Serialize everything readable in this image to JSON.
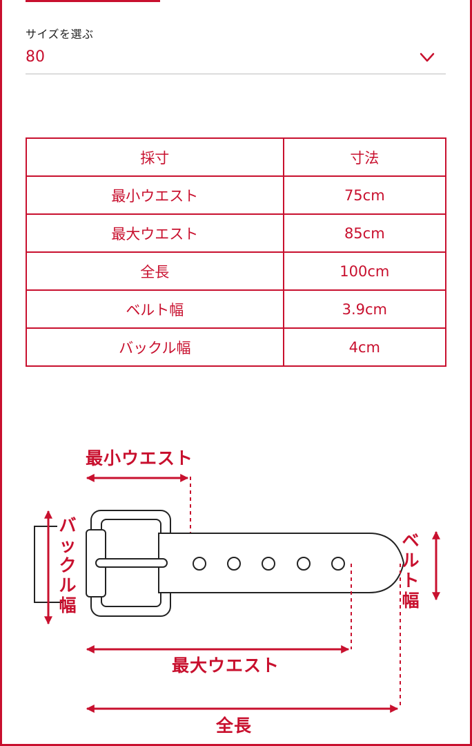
{
  "size_selector": {
    "label": "サイズを選ぶ",
    "selected_value": "80",
    "icon": "chevron-down-icon"
  },
  "spec_table": {
    "headers": [
      "採寸",
      "寸法"
    ],
    "rows": [
      {
        "name": "最小ウエスト",
        "value": "75cm"
      },
      {
        "name": "最大ウエスト",
        "value": "85cm"
      },
      {
        "name": "全長",
        "value": "100cm"
      },
      {
        "name": "ベルト幅",
        "value": "3.9cm"
      },
      {
        "name": "バックル幅",
        "value": "4cm"
      }
    ]
  },
  "diagram": {
    "labels": {
      "min_waist": "最小ウエスト",
      "max_waist": "最大ウエスト",
      "total_length": "全長",
      "belt_width": "ベルト幅",
      "buckle_width": "バックル幅"
    },
    "belt_width_chars": [
      "ベ",
      "ル",
      "ト",
      "幅"
    ],
    "buckle_width_chars": [
      "バ",
      "ッ",
      "ク",
      "ル",
      "幅"
    ]
  },
  "colors": {
    "accent": "#c8102e",
    "text": "#222222",
    "divider": "#dcdcdc"
  }
}
